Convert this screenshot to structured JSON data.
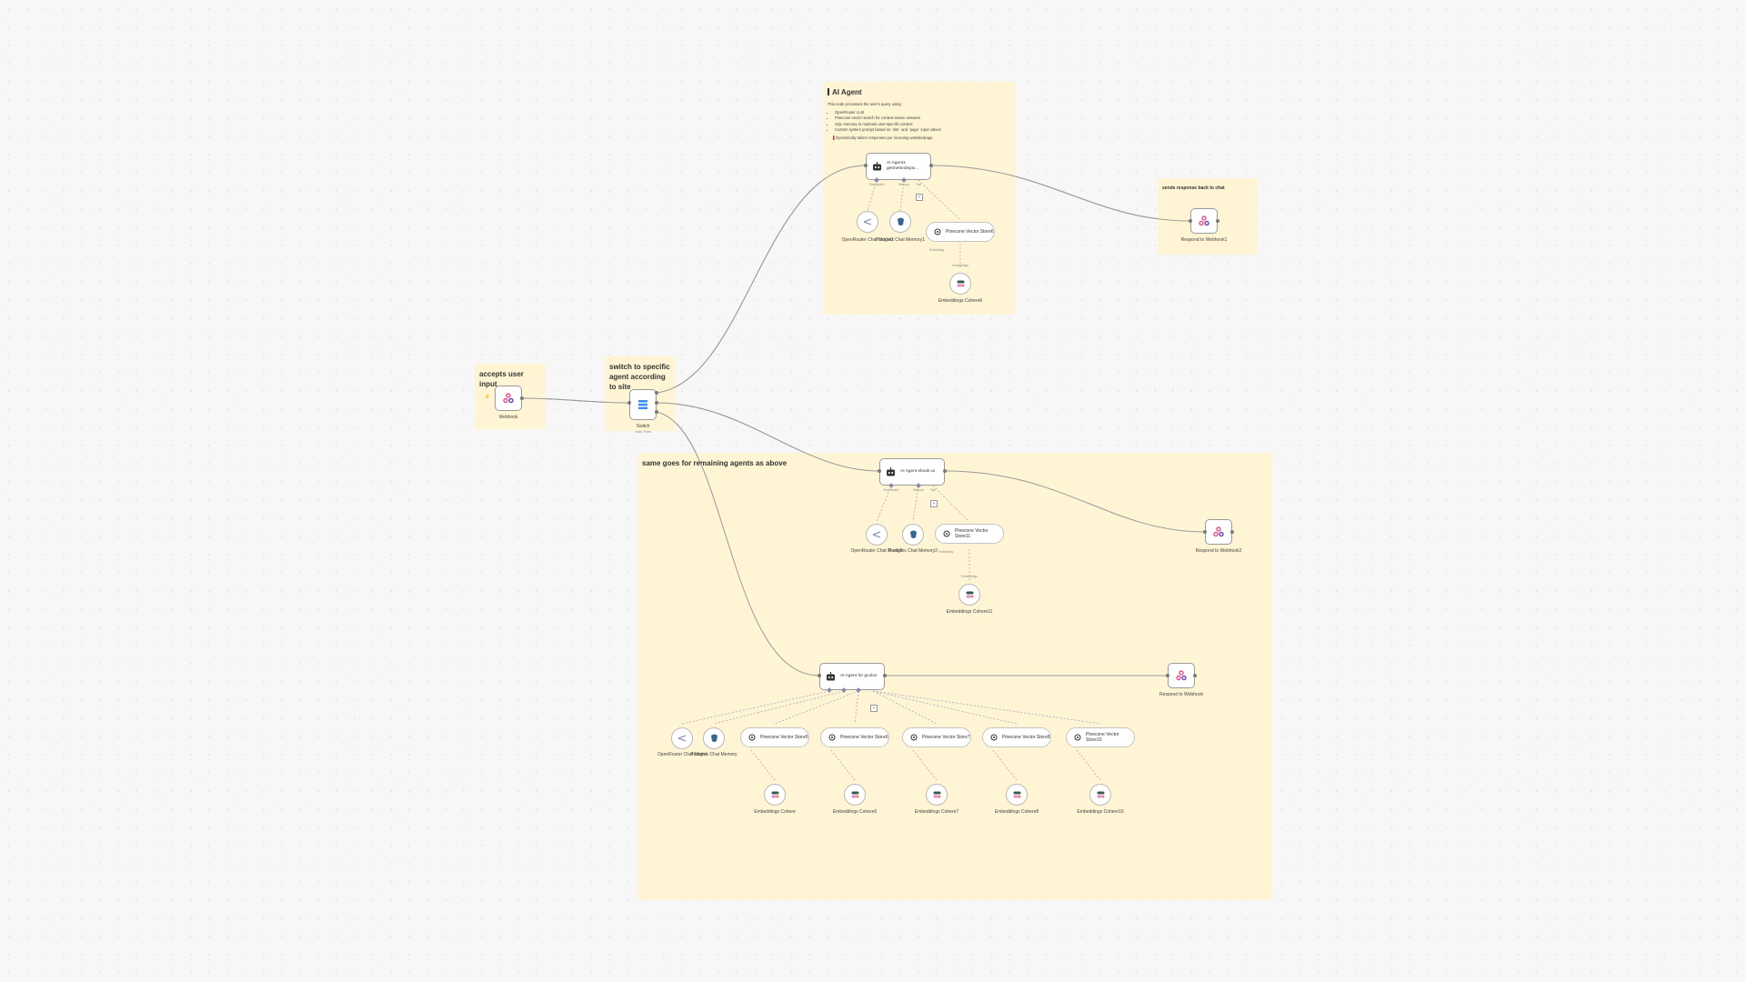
{
  "colors": {
    "sticky": "#fff4d3",
    "edge": "#9a9a9a",
    "dashed_edge": "#a8a8c0",
    "webhook_icon": "#e84f86",
    "switch_icon": "#3d8ef2",
    "memory_icon": "#336791",
    "cohere_icon": "#39594d"
  },
  "stickies": {
    "accepts_input": "accepts user input",
    "switch_note": "switch to specific agent according to site",
    "ai_agent_title": "AI Agent",
    "ai_agent_intro": "This node processes the user's query using:",
    "ai_agent_bullets": [
      "OpenRouter LLM",
      "Pinecone vector search for context-aware answers",
      "SQL memory to maintain user-specific context",
      "Custom system prompt based on `site` and `page` input values"
    ],
    "ai_agent_footer": "Dynamically tailors responses per incoming website/page.",
    "sends_response": "sends response back to chat",
    "same_goes": "same goes for remaining agents as above"
  },
  "nodes": {
    "webhook": "Webhook",
    "switch": "Switch",
    "switch_sub": "mode: Rules",
    "agent1": "AI Agent1 getmetsrolepix...",
    "agent2": "AI Agent ebook-ai",
    "agent3": "AI Agent for gcolon",
    "respond1": "Respond to Webhook1",
    "respond2": "Respond to Webhook2",
    "respond3": "Respond to Webhook",
    "openrouter1": "OpenRouter Chat Model1",
    "openrouter2": "OpenRouter Chat Model2",
    "openrouter3": "OpenRouter Chat Model",
    "postgres1": "Postgres Chat Memory1",
    "postgres2": "Postgres Chat Memory2",
    "postgres3": "Postgres Chat Memory",
    "pinecone6": "Pinecone Vector Store6",
    "pinecone11": "Pinecone Vector Store11",
    "pinecone5": "Pinecone Vector Store5",
    "pinecone6b": "Pinecone Vector Store6",
    "pinecone7": "Pinecone Vector Store7",
    "pinecone8": "Pinecone Vector Store8",
    "pinecone10": "Pinecone Vector Store10",
    "embed6": "Embeddings Cohere6",
    "embed11": "Embeddings Cohere11",
    "embed_a": "Embeddings Cohere",
    "embed_b": "Embeddings Cohere6",
    "embed_c": "Embeddings Cohere7",
    "embed_d": "Embeddings Cohere8",
    "embed_e": "Embeddings Cohere10"
  },
  "ports": {
    "chat_model": "Chat Model*",
    "memory": "Memory",
    "tool": "Tool",
    "model": "Model",
    "embedding": "Embedding",
    "embeddings": "Embeddings"
  },
  "icons": {
    "webhook": "webhook-icon",
    "switch": "switch-icon",
    "robot": "robot-icon",
    "openrouter": "openrouter-icon",
    "postgres": "postgres-elephant-icon",
    "pinecone": "pinecone-icon",
    "cohere": "cohere-icon",
    "plus": "plus-icon"
  }
}
